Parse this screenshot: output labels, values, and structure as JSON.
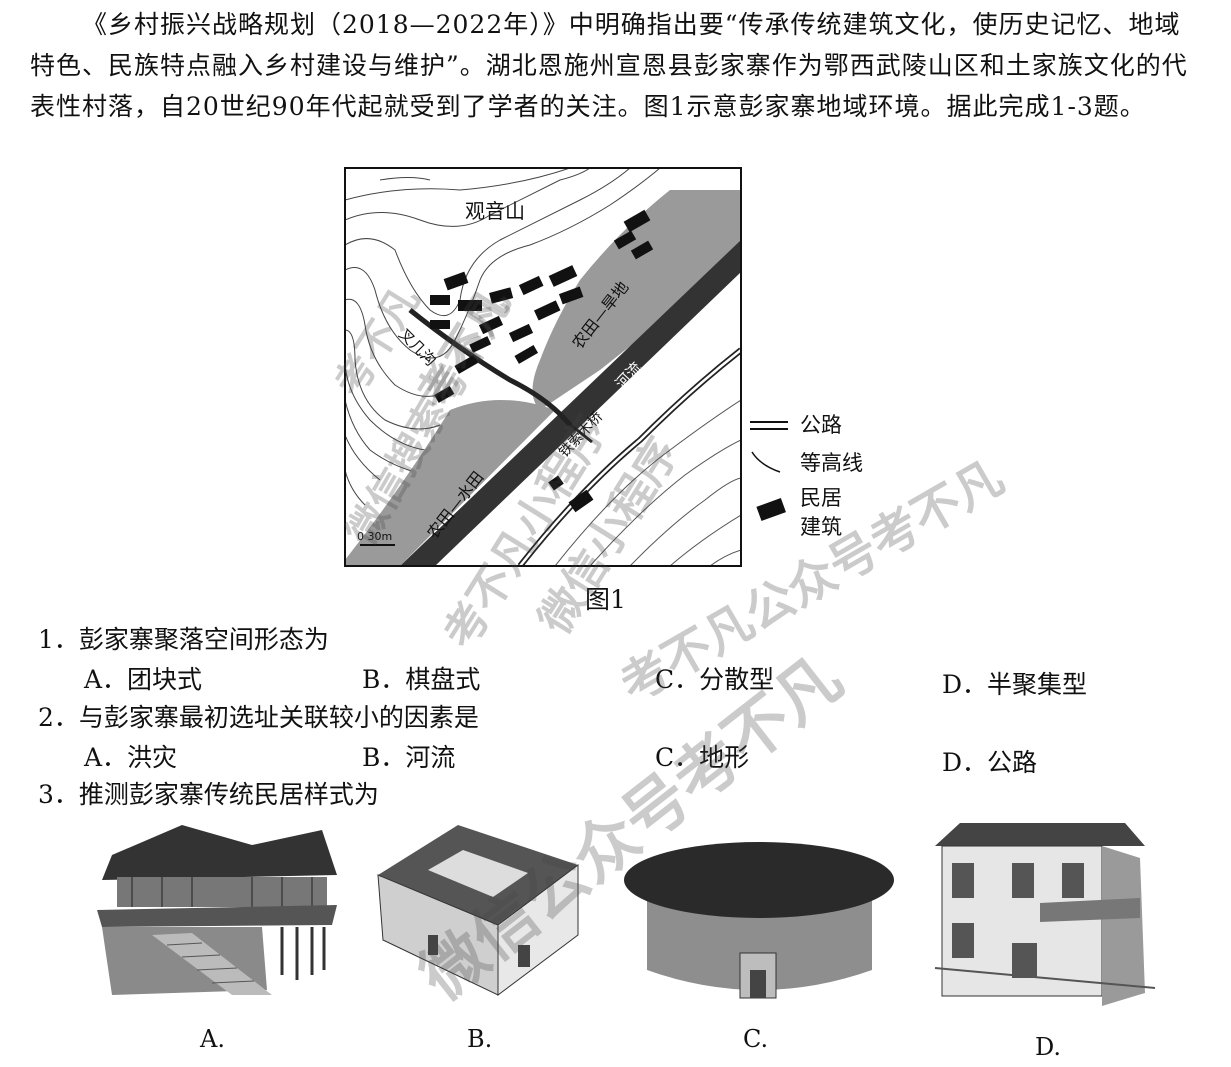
{
  "intro": "《乡村振兴战略规划（2018—2022年）》中明确指出要“传承传统建筑文化，使历史记忆、地域特色、民族特点融入乡村建设与维护”。湖北恩施州宣恩县彭家寨作为鄂西武陵山区和土家族文化的代表性村落，自20世纪90年代起就受到了学者的关注。图1示意彭家寨地域环境。据此完成1-3题。",
  "figure": {
    "caption": "图1",
    "labels": {
      "mountain": "观音山",
      "ravine": "叉几沟",
      "dry_field": "农田—旱地",
      "paddy_field": "农田—水田",
      "river": "河流",
      "bridge": "铁索木桥",
      "scale": "0 30m"
    },
    "legend": {
      "road": "公路",
      "contour": "等高线",
      "building_line1": "民居",
      "building_line2": "建筑"
    }
  },
  "questions": [
    {
      "stem": "1．彭家寨聚落空间形态为",
      "options": [
        "A．团块式",
        "B．棋盘式",
        "C．分散型",
        "D．半聚集型"
      ]
    },
    {
      "stem": "2．与彭家寨最初选址关联较小的因素是",
      "options": [
        "A．洪灾",
        "B．河流",
        "C．地形",
        "D．公路"
      ]
    },
    {
      "stem": "3．推测彭家寨传统民居样式为",
      "options": []
    }
  ],
  "image_choices": [
    "A.",
    "B.",
    "C.",
    "D."
  ],
  "watermarks": [
    "考不凡",
    "微信搜索考不凡",
    "微信小程序",
    "考不凡",
    "考不凡小程序",
    "考不凡公众号考不凡",
    "微信公众号考不凡"
  ]
}
